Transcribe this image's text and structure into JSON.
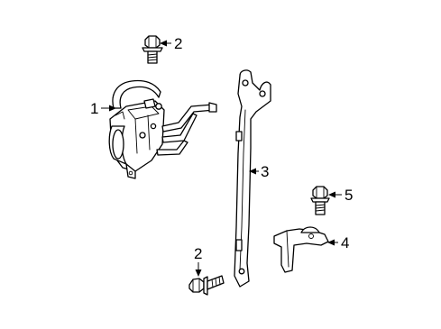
{
  "diagram": {
    "callouts": [
      {
        "id": "c1",
        "label": "1"
      },
      {
        "id": "c2a",
        "label": "2"
      },
      {
        "id": "c2b",
        "label": "2"
      },
      {
        "id": "c3",
        "label": "3"
      },
      {
        "id": "c4",
        "label": "4"
      },
      {
        "id": "c5",
        "label": "5"
      }
    ],
    "parts": [
      {
        "callout": "1",
        "name": "actuator-assembly-with-tubes"
      },
      {
        "callout": "2",
        "name": "flange-bolt"
      },
      {
        "callout": "3",
        "name": "mounting-bracket-strap"
      },
      {
        "callout": "4",
        "name": "small-bracket"
      },
      {
        "callout": "5",
        "name": "flange-bolt"
      }
    ],
    "colors": {
      "line": "#000000",
      "background": "#ffffff"
    }
  }
}
